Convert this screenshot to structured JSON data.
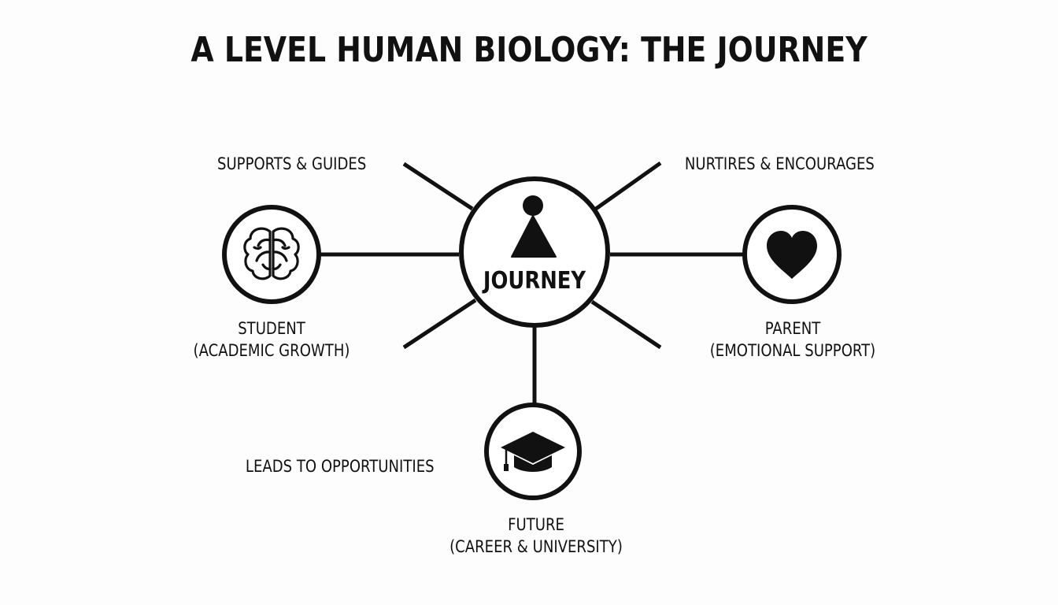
{
  "title": "A LEVEL HUMAN BIOLOGY: THE JOURNEY",
  "center": {
    "label": "JOURNEY",
    "icon": "person-icon"
  },
  "nodes": {
    "student": {
      "icon": "brain-icon",
      "line1": "STUDENT",
      "line2": "(ACADEMIC GROWTH)"
    },
    "parent": {
      "icon": "heart-icon",
      "line1": "PARENT",
      "line2": "(EMOTIONAL SUPPORT)"
    },
    "future": {
      "icon": "graduation-cap-icon",
      "line1": "FUTURE",
      "line2": "(CAREER & UNIVERSITY)"
    }
  },
  "edge_labels": {
    "supports": "SUPPORTS & GUIDES",
    "nurtures": "NURTIRES & ENCOURAGES",
    "leads": "LEADS TO OPPORTUNITIES"
  },
  "colors": {
    "ink": "#111111",
    "background": "#fdfdfd"
  }
}
